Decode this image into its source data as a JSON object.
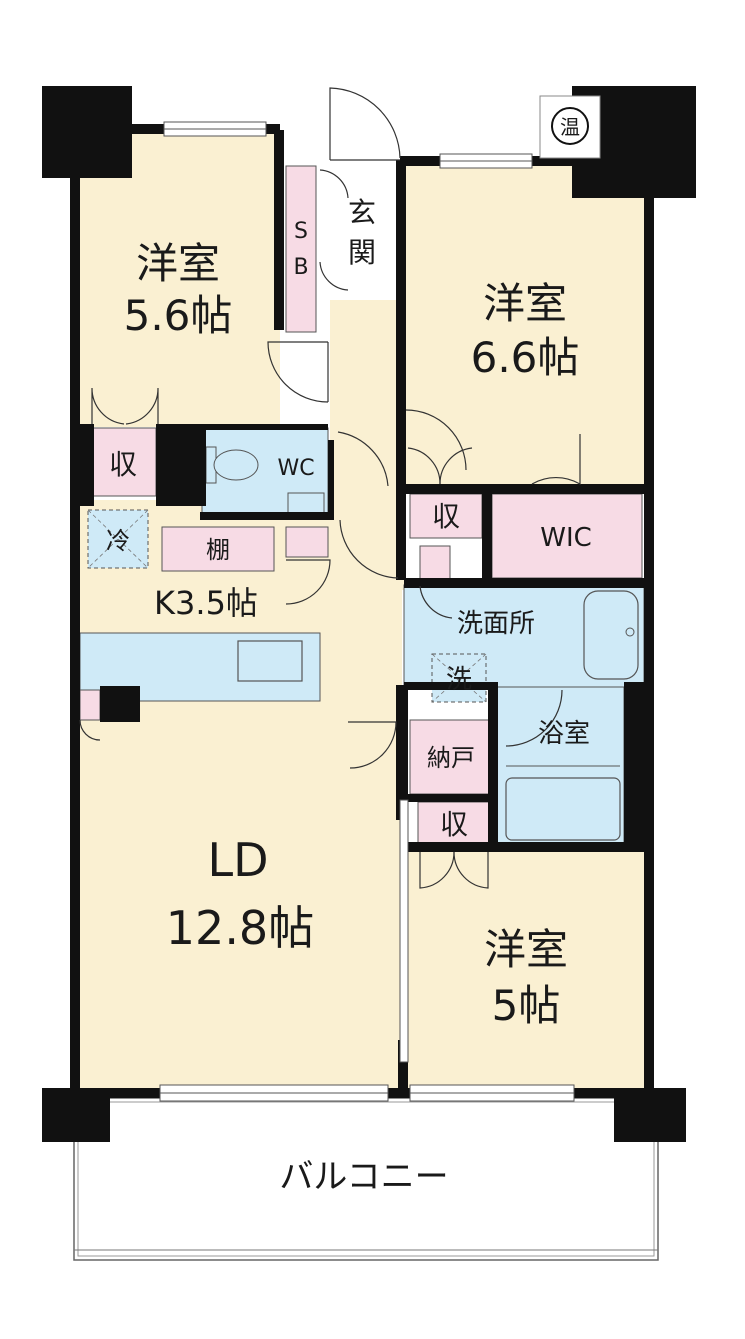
{
  "colors": {
    "floor": "#faf0d2",
    "storage": "#f7dbe5",
    "wet": "#cfeaf7",
    "wall": "#111111",
    "line": "#555555"
  },
  "rooms": {
    "western_room_nw": {
      "name": "洋室",
      "size": "5.6帖"
    },
    "western_room_ne": {
      "name": "洋室",
      "size": "6.6帖"
    },
    "western_room_se": {
      "name": "洋室",
      "size": "5帖"
    },
    "ld": {
      "name": "LD",
      "size": "12.8帖"
    },
    "kitchen": {
      "label": "K3.5帖"
    },
    "entrance": {
      "label": "玄関"
    },
    "shoe_box": {
      "top": "S",
      "bottom": "B"
    },
    "toilet": {
      "label": "WC"
    },
    "wic": {
      "label": "WIC"
    },
    "washroom": {
      "label": "洗面所"
    },
    "bathroom": {
      "label": "浴室"
    },
    "storeroom": {
      "label": "納戸"
    },
    "balcony": {
      "label": "バルコニー"
    }
  },
  "fixtures": {
    "closet_label": "収",
    "fridge_label": "冷",
    "washer_label": "洗",
    "shelf_label": "棚",
    "water_heater_label": "温"
  }
}
